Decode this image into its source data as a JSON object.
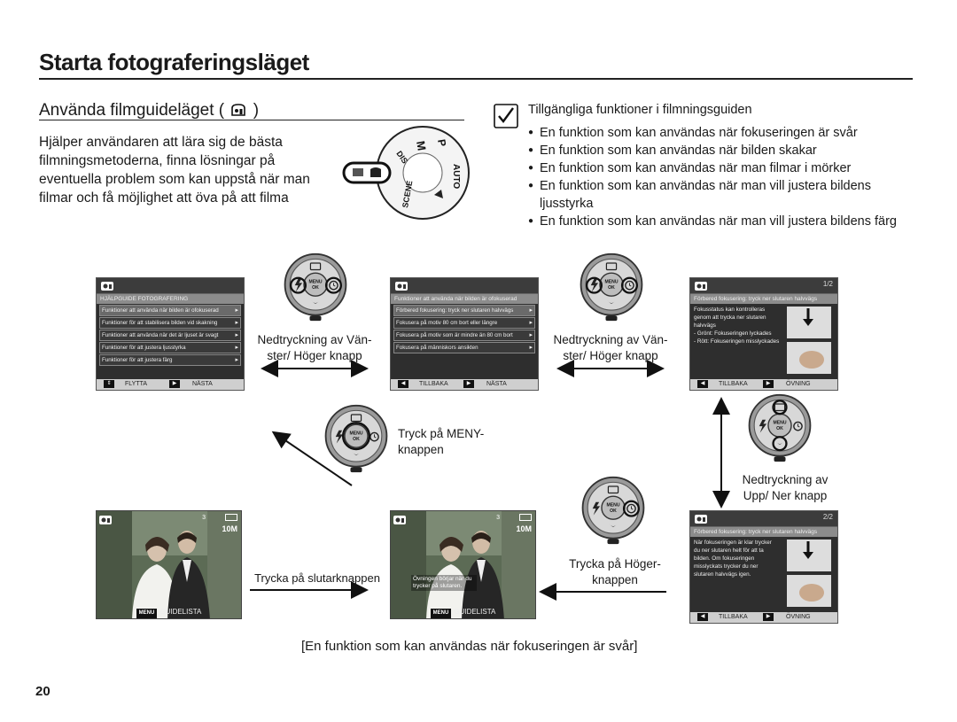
{
  "page_title": "Starta fotograferingsläget",
  "section_title": "Använda filmguideläget (",
  "section_title_end": ")",
  "intro": "Hjälper användaren att lära sig de bästa filmningsmetoderna, finna lösningar på eventuella problem som kan uppstå när man filmar och få möjlighet att öva på att filma",
  "mode_dial": {
    "labels": [
      "M",
      "P",
      "DIS",
      "AUTO",
      "SCENE"
    ]
  },
  "note": {
    "title": "Tillgängliga funktioner i filmningsguiden",
    "items": [
      "En funktion som kan användas när fokuseringen är svår",
      "En funktion som kan användas när bilden skakar",
      "En funktion som kan användas när man filmar i mörker",
      "En funktion som kan användas när man vill justera bildens ljusstyrka",
      "En funktion som kan användas när man vill justera bildens färg"
    ]
  },
  "dial_button": {
    "top": "MENU",
    "bottom": "OK"
  },
  "screen1": {
    "header": "HJÄLPGUIDE FOTOGRAFERING",
    "rows": [
      "Funktioner att använda när bilden är ofokuserad",
      "Funktioner för att stabilisera bilden vid skakning",
      "Funktioner att använda när det är ljuset är svagt",
      "Funktioner för att justera ljusstyrka",
      "Funktioner för att justera färg"
    ],
    "foot_left": "FLYTTA",
    "foot_right": "NÄSTA"
  },
  "screen2": {
    "header": "Funktioner att använda när bilden är ofokuserad",
    "rows": [
      "Förbered fokusering: tryck ner slutaren halvvägs",
      "Fokusera på motiv 80 cm bort eller längre",
      "Fokusera på motiv som är mindre än 80 cm bort",
      "Fokusera på människors ansikten"
    ],
    "foot_left": "TILLBAKA",
    "foot_right": "NÄSTA"
  },
  "screen3": {
    "page": "1/2",
    "header": "Förbered fokusering: tryck ner slutaren halvvägs",
    "body": [
      "Fokusstatus kan kontrolleras",
      "genom att trycka ner slutaren",
      "halvvägs",
      "- Grönt: Fokuseringen lyckades",
      "- Rött: Fokuseringen misslyckades"
    ],
    "foot_left": "TILLBAKA",
    "foot_right": "ÖVNING"
  },
  "screen4": {
    "page": "2/2",
    "header": "Förbered fokusering: tryck ner slutaren halvvägs",
    "body": [
      "När fokuseringen är klar trycker",
      "du ner slutaren helt för att ta",
      "bilden. Om fokuseringen",
      "misslyckats trycker du ner",
      "slutaren halvvägs igen."
    ],
    "foot_left": "TILLBAKA",
    "foot_right": "ÖVNING"
  },
  "photo1": {
    "count": "3",
    "size": "10M",
    "foot": "GUIDELISTA",
    "menu": "MENU"
  },
  "photo2": {
    "count": "3",
    "size": "10M",
    "tip": "Övningen börjar när du trycker på slutaren.",
    "foot": "GUIDELISTA",
    "menu": "MENU"
  },
  "captions": {
    "lr1": "Nedtryckning av Vän- ster/ Höger knapp",
    "lr2": "Nedtryckning av Vän- ster/ Höger knapp",
    "menu": "Tryck på MENY- knappen",
    "updown": "Nedtryckning av Upp/ Ner knapp",
    "right": "Trycka på Höger-knappen",
    "shutter": "Trycka på slutarknappen"
  },
  "bottom_caption": "[En funktion som kan användas när fokuseringen är svår]",
  "page_number": "20",
  "colors": {
    "text": "#1a1a1a",
    "screen_bg": "#2e2e2e",
    "screen_head": "#8c8c8c",
    "screen_foot": "#cfcfcf"
  }
}
